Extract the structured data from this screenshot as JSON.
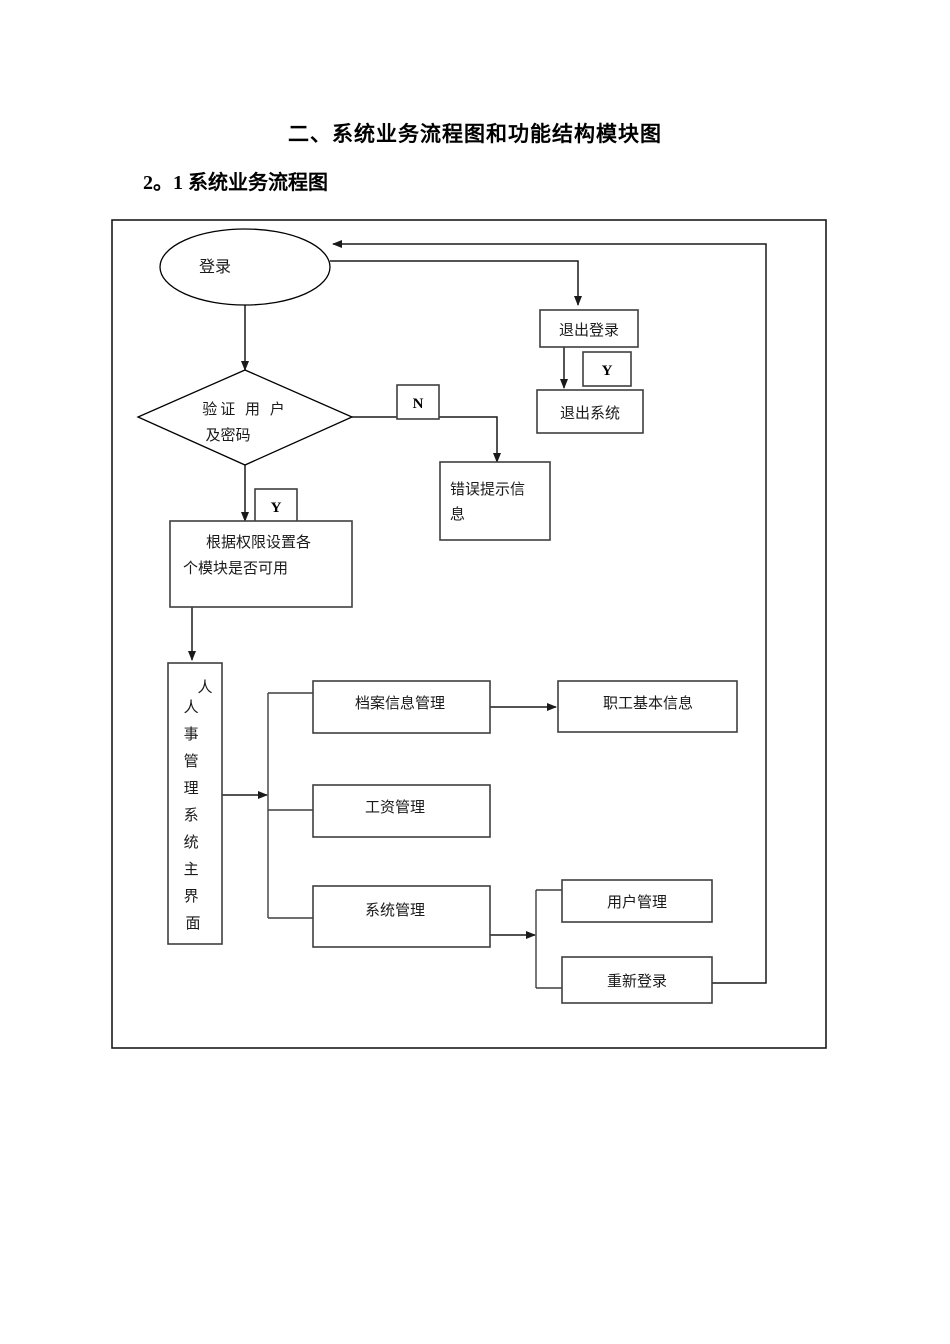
{
  "document": {
    "heading_main": "二、系统业务流程图和功能结构模块图",
    "heading_sub": "2。1 系统业务流程图"
  },
  "flowchart": {
    "nodes": {
      "login": "登录",
      "verify_line1": "验证 用 户",
      "verify_line2": "及密码",
      "logout_login": "退出登录",
      "exit_system": "退出系统",
      "error_message_line1": "错误提示信",
      "error_message_line2": "息",
      "permission_line1": "根据权限设置各",
      "permission_line2": "个模块是否可用",
      "main_interface_stray": "人",
      "main_interface_vertical": "人事管理系统主界面",
      "archive_management": "档案信息管理",
      "employee_basic_info": "职工基本信息",
      "salary_management": "工资管理",
      "system_management": "系统管理",
      "user_management": "用户管理",
      "relogin": "重新登录"
    },
    "labels": {
      "no_branch": "N",
      "yes_branch": "Y",
      "yes_logout": "Y"
    },
    "colors": {
      "stroke": "#3f3f3f",
      "connector": "#1a1a1a",
      "text": "#1a1a1a",
      "background": "#ffffff"
    }
  }
}
